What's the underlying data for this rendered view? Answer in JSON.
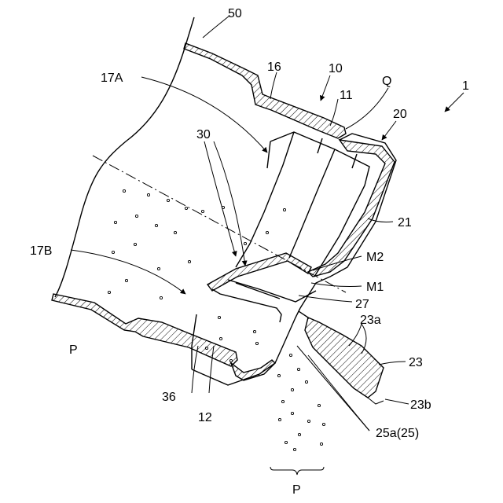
{
  "figure": {
    "labels": {
      "n50": "50",
      "n16": "16",
      "n10": "10",
      "n11": "11",
      "nQ": "Q",
      "n1": "1",
      "n20": "20",
      "n17A": "17A",
      "n30": "30",
      "n21": "21",
      "n17B": "17B",
      "nM2": "M2",
      "nM1": "M1",
      "n27": "27",
      "n23a": "23a",
      "n23": "23",
      "n23b": "23b",
      "nP_left": "P",
      "n36": "36",
      "n12": "12",
      "n25a": "25a(25)",
      "nP_bottom": "P"
    }
  }
}
